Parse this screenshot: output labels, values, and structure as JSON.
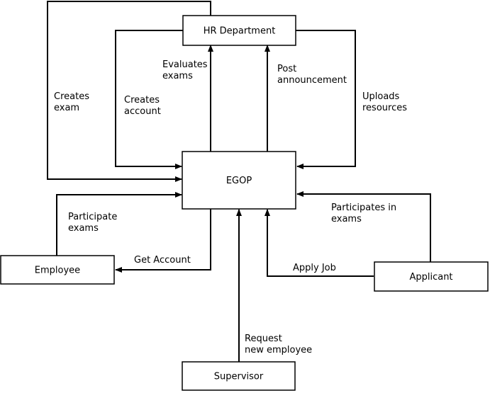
{
  "nodes": {
    "hr": "HR Department",
    "egop": "EGOP",
    "employee": "Employee",
    "applicant": "Applicant",
    "supervisor": "Supervisor"
  },
  "labels": {
    "creates_exam": [
      "Creates",
      "exam"
    ],
    "creates_account": [
      "Creates",
      "account"
    ],
    "evaluates_exams": [
      "Evaluates",
      "exams"
    ],
    "post_announcement": [
      "Post",
      "announcement"
    ],
    "uploads_resources": [
      "Uploads",
      "resources"
    ],
    "participate_exams": [
      "Participate",
      "exams"
    ],
    "participates_in_exams": [
      "Participates in",
      "exams"
    ],
    "get_account": [
      "Get Account"
    ],
    "apply_job": [
      "Apply Job"
    ],
    "request_new_employee": [
      "Request",
      "new employee"
    ]
  }
}
